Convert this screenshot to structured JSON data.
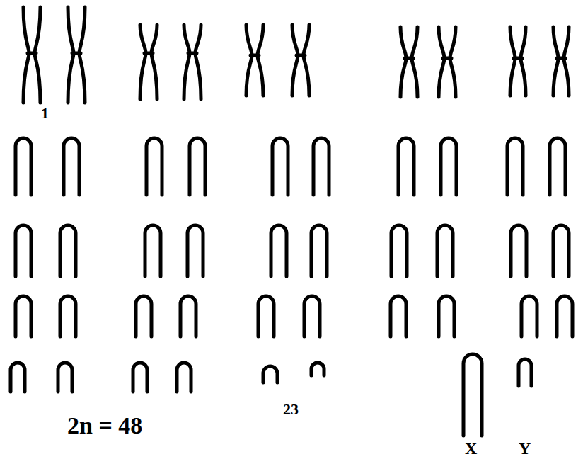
{
  "diagram": {
    "labels": [
      "1",
      "23",
      "2n = 48",
      "X",
      "Y"
    ]
  }
}
